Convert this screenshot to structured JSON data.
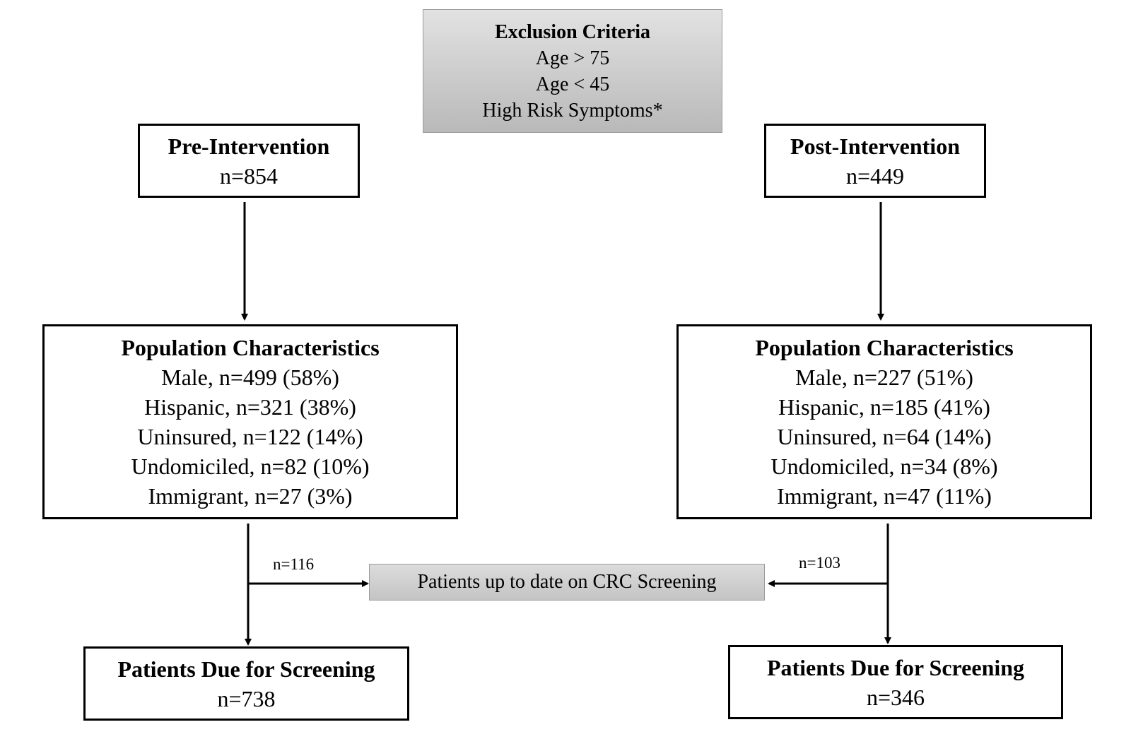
{
  "exclusion": {
    "title": "Exclusion Criteria",
    "lines": [
      "Age > 75",
      "Age < 45",
      "High Risk Symptoms*"
    ]
  },
  "pre": {
    "header": {
      "title": "Pre-Intervention",
      "n": "n=854"
    },
    "population": {
      "title": "Population Characteristics",
      "lines": [
        "Male, n=499 (58%)",
        "Hispanic, n=321 (38%)",
        "Uninsured, n=122 (14%)",
        "Undomiciled, n=82 (10%)",
        "Immigrant, n=27 (3%)"
      ]
    },
    "excluded_n": "n=116",
    "due": {
      "title": "Patients Due for Screening",
      "n": "n=738"
    }
  },
  "post": {
    "header": {
      "title": "Post-Intervention",
      "n": "n=449"
    },
    "population": {
      "title": "Population Characteristics",
      "lines": [
        "Male, n=227 (51%)",
        "Hispanic, n=185 (41%)",
        "Uninsured, n=64 (14%)",
        "Undomiciled, n=34 (8%)",
        "Immigrant, n=47 (11%)"
      ]
    },
    "excluded_n": "n=103",
    "due": {
      "title": "Patients Due for Screening",
      "n": "n=346"
    }
  },
  "up_to_date": {
    "label": "Patients up to date on CRC Screening"
  }
}
